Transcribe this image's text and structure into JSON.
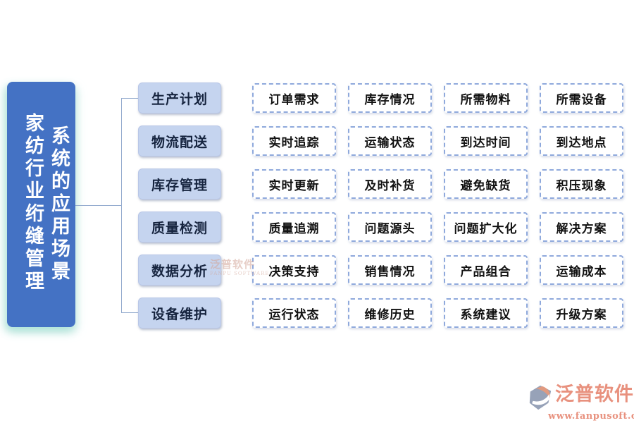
{
  "root": {
    "title_line1": "家纺行业绗缝管理",
    "title_line2": "系统的应用场景"
  },
  "branches": [
    {
      "label": "生产计划",
      "items": [
        "订单需求",
        "库存情况",
        "所需物料",
        "所需设备"
      ]
    },
    {
      "label": "物流配送",
      "items": [
        "实时追踪",
        "运输状态",
        "到达时间",
        "到达地点"
      ]
    },
    {
      "label": "库存管理",
      "items": [
        "实时更新",
        "及时补货",
        "避免缺货",
        "积压现象"
      ]
    },
    {
      "label": "质量检测",
      "items": [
        "质量追溯",
        "问题源头",
        "问题扩大化",
        "解决方案"
      ]
    },
    {
      "label": "数据分析",
      "items": [
        "决策支持",
        "销售情况",
        "产品组合",
        "运输成本"
      ]
    },
    {
      "label": "设备维护",
      "items": [
        "运行状态",
        "维修历史",
        "系统建议",
        "升级方案"
      ]
    }
  ],
  "watermark": {
    "name": "泛普软件",
    "subtitle": "FANPU SOFTWARE"
  },
  "logo": {
    "name": "泛普软件",
    "url": "www.fanpusoft.com"
  },
  "colors": {
    "root_bg": "#4472c4",
    "root_text": "#ffffff",
    "branch_bg": "#c5d4ef",
    "branch_text": "#16243f",
    "leaf_border": "#8fa9dc",
    "leaf_text": "#111111",
    "line": "#95accf",
    "watermark": "#d3a598",
    "logo_accent": "#e8917e",
    "logo_gray": "#97a2b8",
    "logo_orange": "#e09a80"
  }
}
